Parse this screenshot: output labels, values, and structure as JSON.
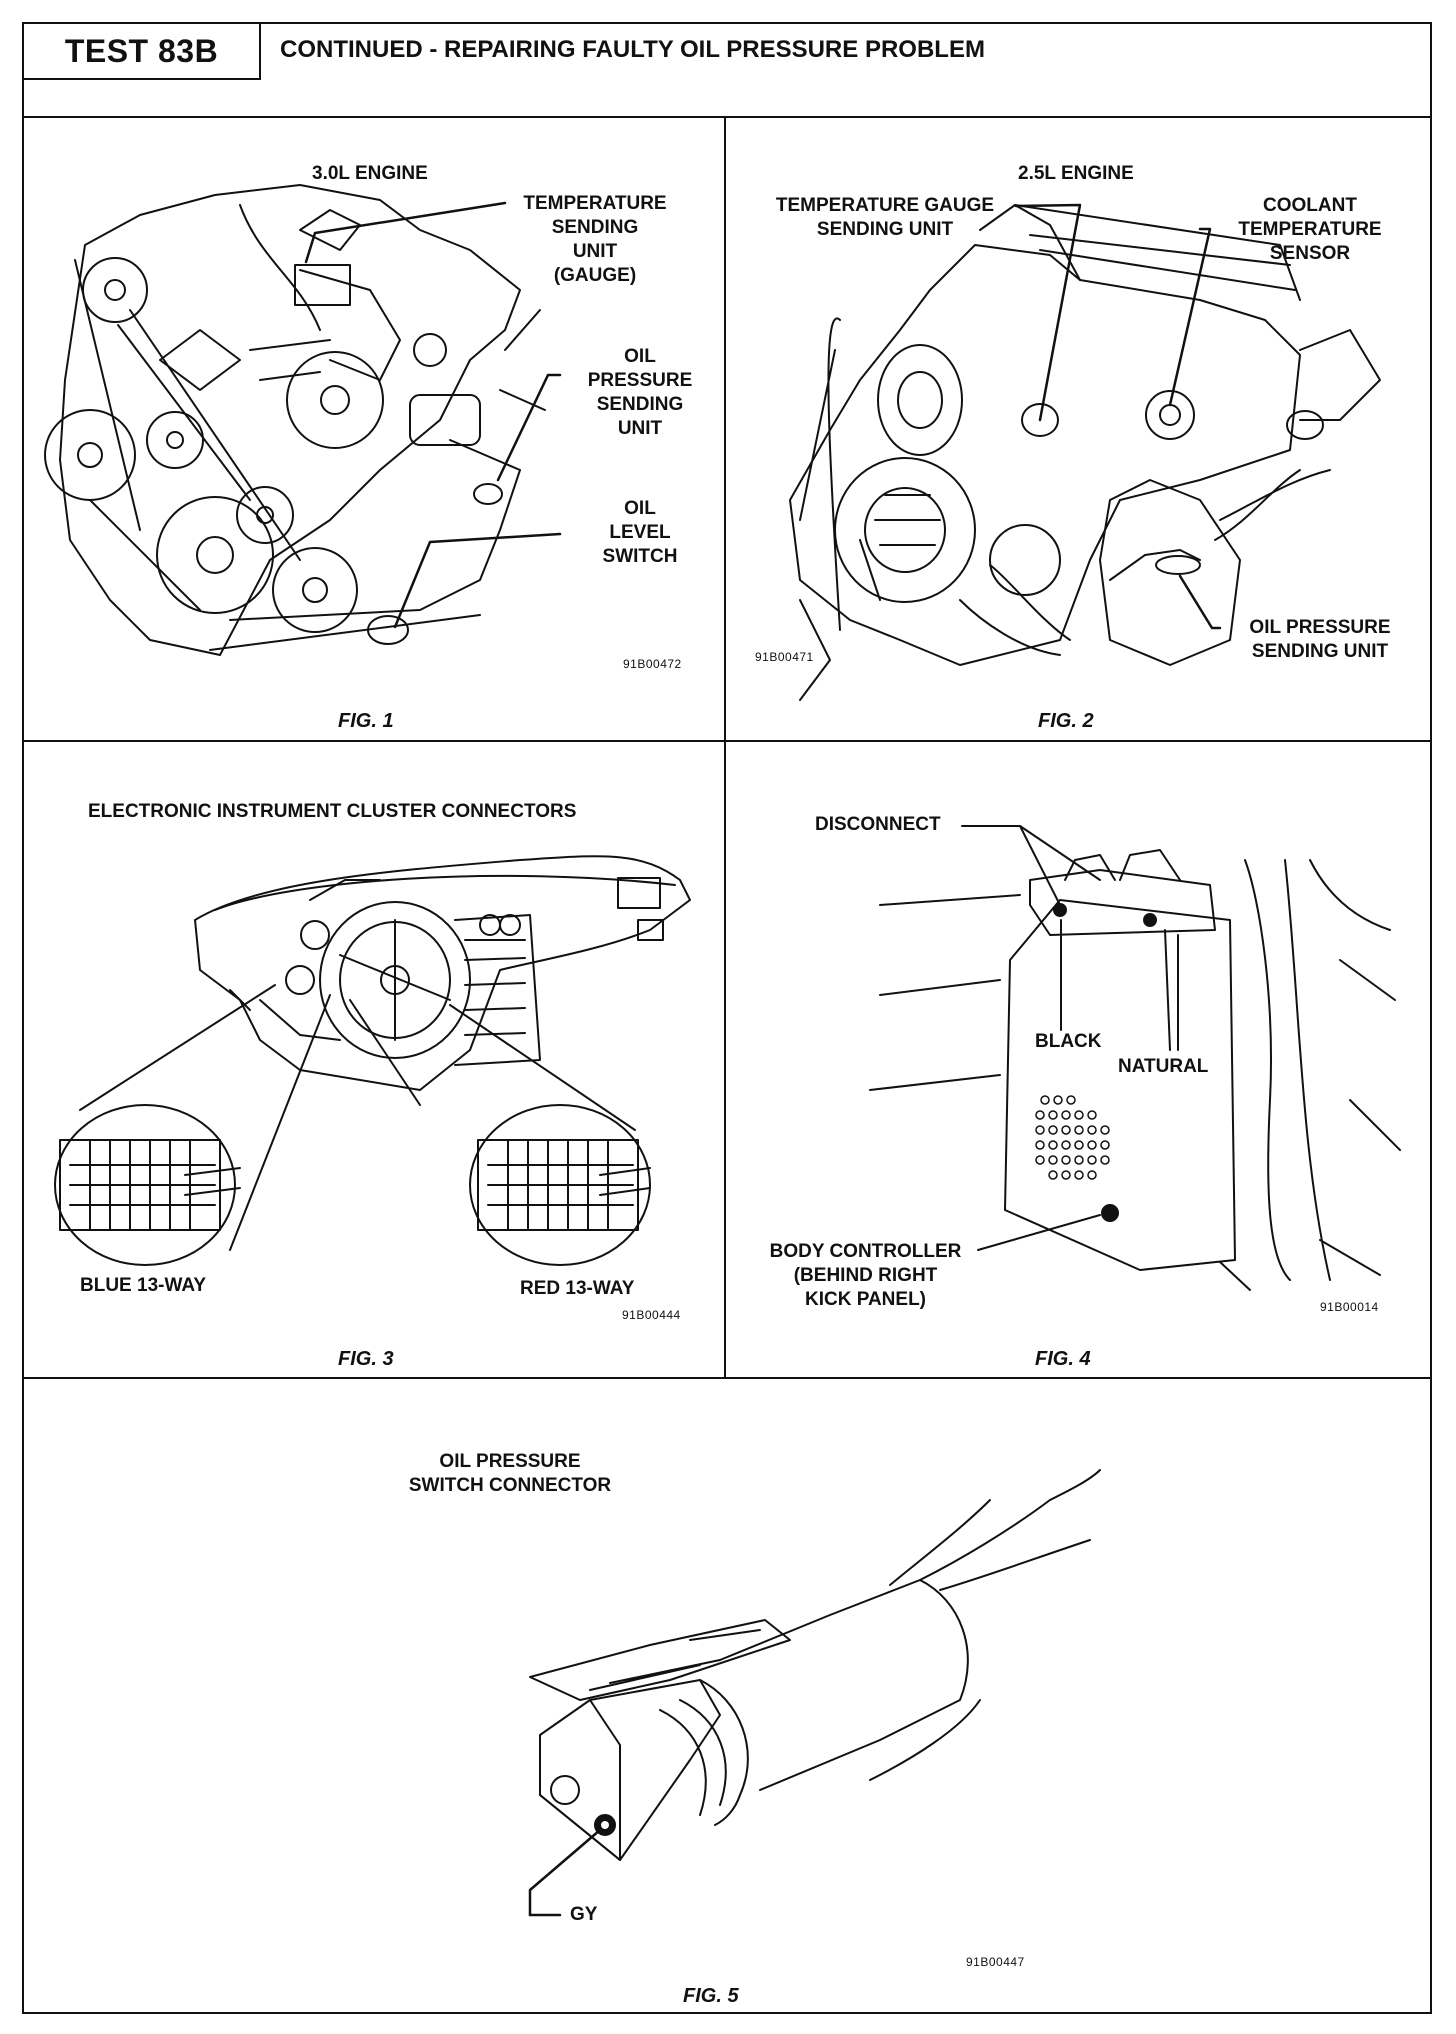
{
  "header": {
    "test_id": "TEST 83B",
    "title": "CONTINUED - REPAIRING FAULTY OIL PRESSURE PROBLEM"
  },
  "fig1": {
    "heading": "3.0L ENGINE",
    "labels": {
      "temp_sending_unit": "TEMPERATURE\nSENDING\nUNIT\n(GAUGE)",
      "oil_pressure_sending_unit": "OIL\nPRESSURE\nSENDING\nUNIT",
      "oil_level_switch": "OIL\nLEVEL\nSWITCH"
    },
    "code": "91B00472",
    "caption": "FIG. 1"
  },
  "fig2": {
    "heading": "2.5L ENGINE",
    "labels": {
      "temp_gauge_sending_unit": "TEMPERATURE GAUGE\nSENDING UNIT",
      "coolant_temp_sensor": "COOLANT\nTEMPERATURE\nSENSOR",
      "oil_pressure_sending_unit": "OIL PRESSURE\nSENDING UNIT"
    },
    "code": "91B00471",
    "caption": "FIG. 2"
  },
  "fig3": {
    "heading": "ELECTRONIC INSTRUMENT CLUSTER CONNECTORS",
    "labels": {
      "blue": "BLUE 13-WAY",
      "red": "RED 13-WAY"
    },
    "code": "91B00444",
    "caption": "FIG. 3"
  },
  "fig4": {
    "labels": {
      "disconnect": "DISCONNECT",
      "black": "BLACK",
      "natural": "NATURAL",
      "body_controller": "BODY CONTROLLER\n(BEHIND RIGHT\nKICK PANEL)"
    },
    "code": "91B00014",
    "caption": "FIG. 4"
  },
  "fig5": {
    "heading": "OIL PRESSURE\nSWITCH CONNECTOR",
    "labels": {
      "gy": "GY"
    },
    "code": "91B00447",
    "caption": "FIG. 5"
  }
}
